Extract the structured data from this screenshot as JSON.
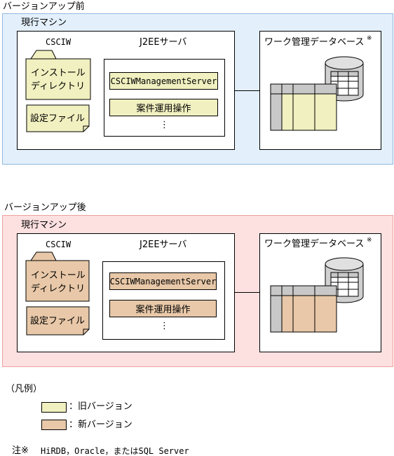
{
  "colors": {
    "old_version": "#f0f0c0",
    "new_version": "#e8c8a8",
    "before_panel_bg": "#e3f0fb",
    "before_panel_border": "#8fb8e0",
    "after_panel_bg": "#fde0e0",
    "after_panel_border": "#f0a0a0"
  },
  "before": {
    "title": "バージョンアップ前",
    "machine_label": "現行マシン",
    "csciw_label": "CSCIW",
    "install_dir_line1": "インストール",
    "install_dir_line2": "ディレクトリ",
    "settings_file": "設定ファイル",
    "j2ee_label": "J2EEサーバ",
    "mgmt_server": "CSCIWManagementServer",
    "case_ops": "案件運用操作",
    "ellipsis": "⋮",
    "db_label": "ワーク管理データベース",
    "db_mark": "※"
  },
  "after": {
    "title": "バージョンアップ後",
    "machine_label": "現行マシン",
    "csciw_label": "CSCIW",
    "install_dir_line1": "インストール",
    "install_dir_line2": "ディレクトリ",
    "settings_file": "設定ファイル",
    "j2ee_label": "J2EEサーバ",
    "mgmt_server": "CSCIWManagementServer",
    "case_ops": "案件運用操作",
    "ellipsis": "⋮",
    "db_label": "ワーク管理データベース",
    "db_mark": "※"
  },
  "legend": {
    "title": "（凡例）",
    "old_label": "：旧バージョン",
    "new_label": "：新バージョン"
  },
  "note": {
    "prefix": "注※",
    "text": "HiRDB，Oracle，またはSQL Server"
  }
}
